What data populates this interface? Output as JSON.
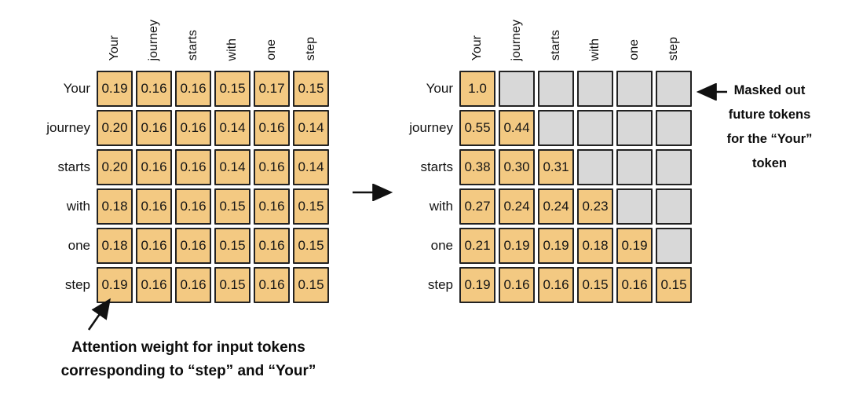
{
  "colors": {
    "background": "#ffffff",
    "cell_fill": "#f3c982",
    "masked_fill": "#d8d8d8",
    "cell_border": "#222222",
    "arrow": "#111111",
    "text": "#131313"
  },
  "tokens": [
    "Your",
    "journey",
    "starts",
    "with",
    "one",
    "step"
  ],
  "left_matrix": {
    "label": "attention-weights-unmasked",
    "col_headers": [
      "Your",
      "journey",
      "starts",
      "with",
      "one",
      "step"
    ],
    "row_headers": [
      "Your",
      "journey",
      "starts",
      "with",
      "one",
      "step"
    ],
    "rows": [
      [
        "0.19",
        "0.16",
        "0.16",
        "0.15",
        "0.17",
        "0.15"
      ],
      [
        "0.20",
        "0.16",
        "0.16",
        "0.14",
        "0.16",
        "0.14"
      ],
      [
        "0.20",
        "0.16",
        "0.16",
        "0.14",
        "0.16",
        "0.14"
      ],
      [
        "0.18",
        "0.16",
        "0.16",
        "0.15",
        "0.16",
        "0.15"
      ],
      [
        "0.18",
        "0.16",
        "0.16",
        "0.15",
        "0.16",
        "0.15"
      ],
      [
        "0.19",
        "0.16",
        "0.16",
        "0.15",
        "0.16",
        "0.15"
      ]
    ]
  },
  "right_matrix": {
    "label": "attention-weights-causally-masked",
    "col_headers": [
      "Your",
      "journey",
      "starts",
      "with",
      "one",
      "step"
    ],
    "row_headers": [
      "Your",
      "journey",
      "starts",
      "with",
      "one",
      "step"
    ],
    "rows": [
      [
        "1.0",
        null,
        null,
        null,
        null,
        null
      ],
      [
        "0.55",
        "0.44",
        null,
        null,
        null,
        null
      ],
      [
        "0.38",
        "0.30",
        "0.31",
        null,
        null,
        null
      ],
      [
        "0.27",
        "0.24",
        "0.24",
        "0.23",
        null,
        null
      ],
      [
        "0.21",
        "0.19",
        "0.19",
        "0.18",
        "0.19",
        null
      ],
      [
        "0.19",
        "0.16",
        "0.16",
        "0.15",
        "0.16",
        "0.15"
      ]
    ]
  },
  "annotations": {
    "left": {
      "lines": [
        "Attention weight for input tokens",
        "corresponding to “step” and “Your”"
      ]
    },
    "right": {
      "lines": [
        "Masked out",
        "future tokens",
        "for the “Your”",
        "token"
      ]
    }
  },
  "icons": {
    "flow_arrow": "right-arrow",
    "left_pointer": "diagonal-up-arrow",
    "right_pointer": "left-arrow"
  }
}
